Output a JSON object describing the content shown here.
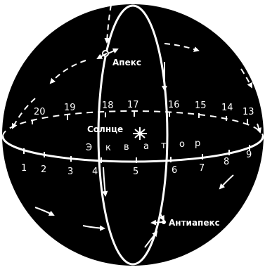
{
  "labels": {
    "apex": "Апекс",
    "sun": "Солнце",
    "antiapex": "Антиапекс",
    "equator_letters": [
      "Э",
      "к",
      "в",
      "а",
      "т",
      "о",
      "р"
    ]
  },
  "hour_marks": {
    "front": [
      "1",
      "2",
      "3",
      "4",
      "5",
      "6",
      "7",
      "8",
      "9"
    ],
    "back": [
      "20",
      "19",
      "18",
      "17",
      "16",
      "15",
      "14",
      "13"
    ]
  },
  "colors": {
    "sphere": "#000000",
    "lines": "#ffffff",
    "background": "#ffffff"
  }
}
